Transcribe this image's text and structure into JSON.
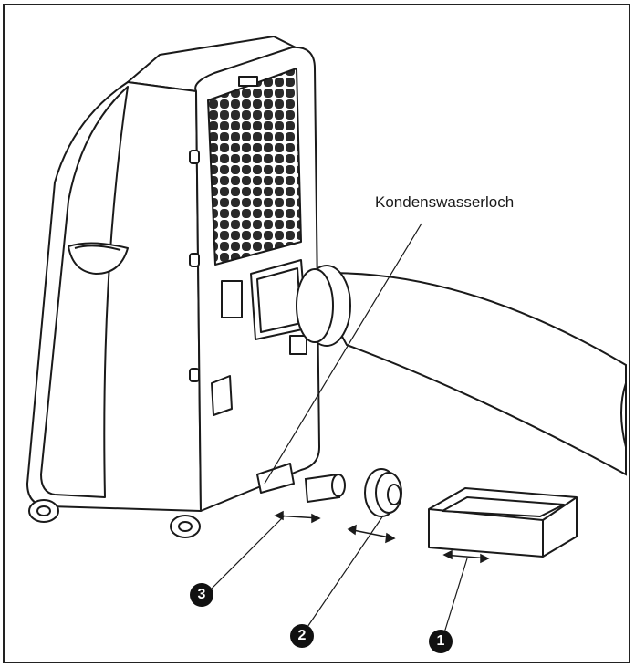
{
  "labels": {
    "condensate_hole": "Kondenswasserloch"
  },
  "callouts": [
    {
      "number": "1",
      "part": "window-slider-frame"
    },
    {
      "number": "2",
      "part": "hose-adapter"
    },
    {
      "number": "3",
      "part": "drain-plug"
    }
  ],
  "colors": {
    "stroke": "#1a1a1a",
    "vent": "#2a2a2a",
    "badge": "#111111"
  }
}
